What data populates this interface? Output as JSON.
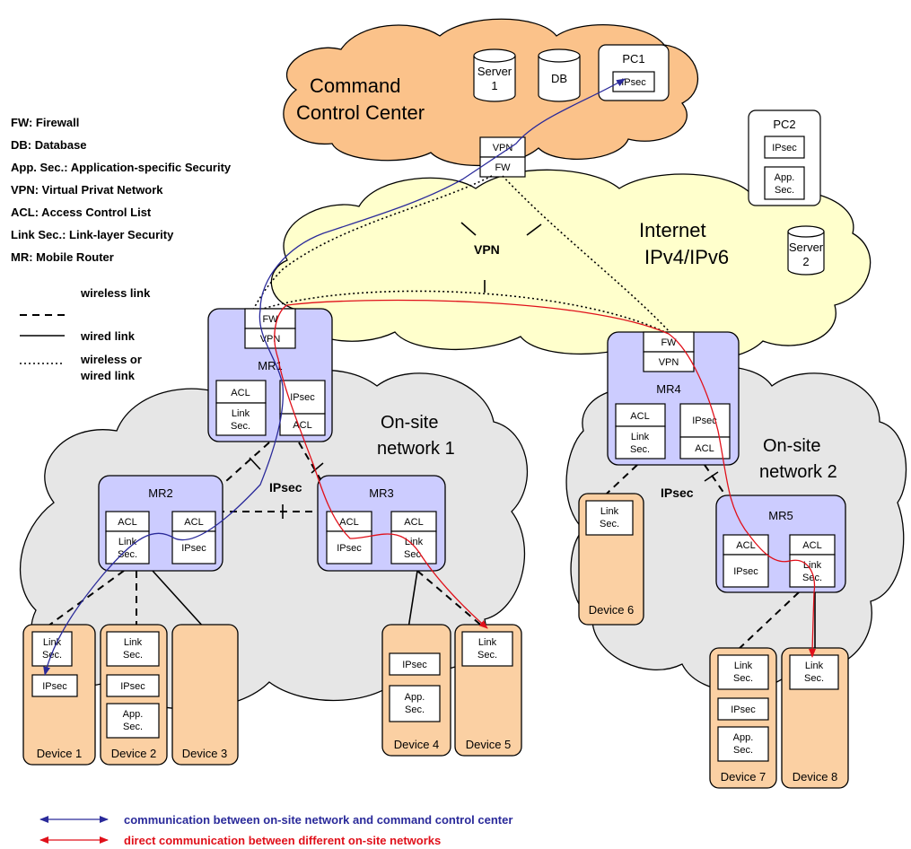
{
  "legend": {
    "items": [
      "FW: Firewall",
      "DB: Database",
      "App. Sec.: Application-specific Security",
      "VPN: Virtual Privat Network",
      "ACL: Access Control List",
      "Link Sec.: Link-layer Security",
      "MR: Mobile Router"
    ],
    "wireless": "wireless link",
    "wired": "wired link",
    "either_line1": "wireless or",
    "either_line2": "wired link"
  },
  "ccc": {
    "title_line1": "Command",
    "title_line2": "Control Center",
    "server1_line1": "Server",
    "server1_line2": "1",
    "db": "DB",
    "pc1": "PC1",
    "pc1_ipsec": "IPsec",
    "vpn": "VPN",
    "fw": "FW"
  },
  "internet": {
    "title_line1": "Internet",
    "title_line2": "IPv4/IPv6",
    "vpn_label": "VPN",
    "pc2": "PC2",
    "pc2_ipsec": "IPsec",
    "pc2_app_line1": "App.",
    "pc2_app_line2": "Sec.",
    "server2_line1": "Server",
    "server2_line2": "2"
  },
  "labels": {
    "fw": "FW",
    "vpn": "VPN",
    "acl": "ACL",
    "ipsec": "IPsec",
    "link": "Link",
    "sec": "Sec.",
    "app": "App.",
    "mr1": "MR1",
    "mr2": "MR2",
    "mr3": "MR3",
    "mr4": "MR4",
    "mr5": "MR5",
    "ipsec_tunnel": "IPsec"
  },
  "onsite1": {
    "line1": "On-site",
    "line2": "network 1"
  },
  "onsite2": {
    "line1": "On-site",
    "line2": "network 2"
  },
  "devices": [
    "Device 1",
    "Device 2",
    "Device 3",
    "Device 4",
    "Device 5",
    "Device 6",
    "Device 7",
    "Device 8"
  ],
  "bottom_legend": {
    "blue": "communication between on-site network and command control center",
    "red": "direct communication between different on-site networks"
  },
  "colors": {
    "blue_path": "#2a2a9a",
    "red_path": "#e0101a",
    "mobile_router": "#ccccff",
    "device": "#fbd0a3",
    "command_center": "#fbc28a",
    "internet": "#ffffcc",
    "onsite": "#e6e6e6"
  }
}
